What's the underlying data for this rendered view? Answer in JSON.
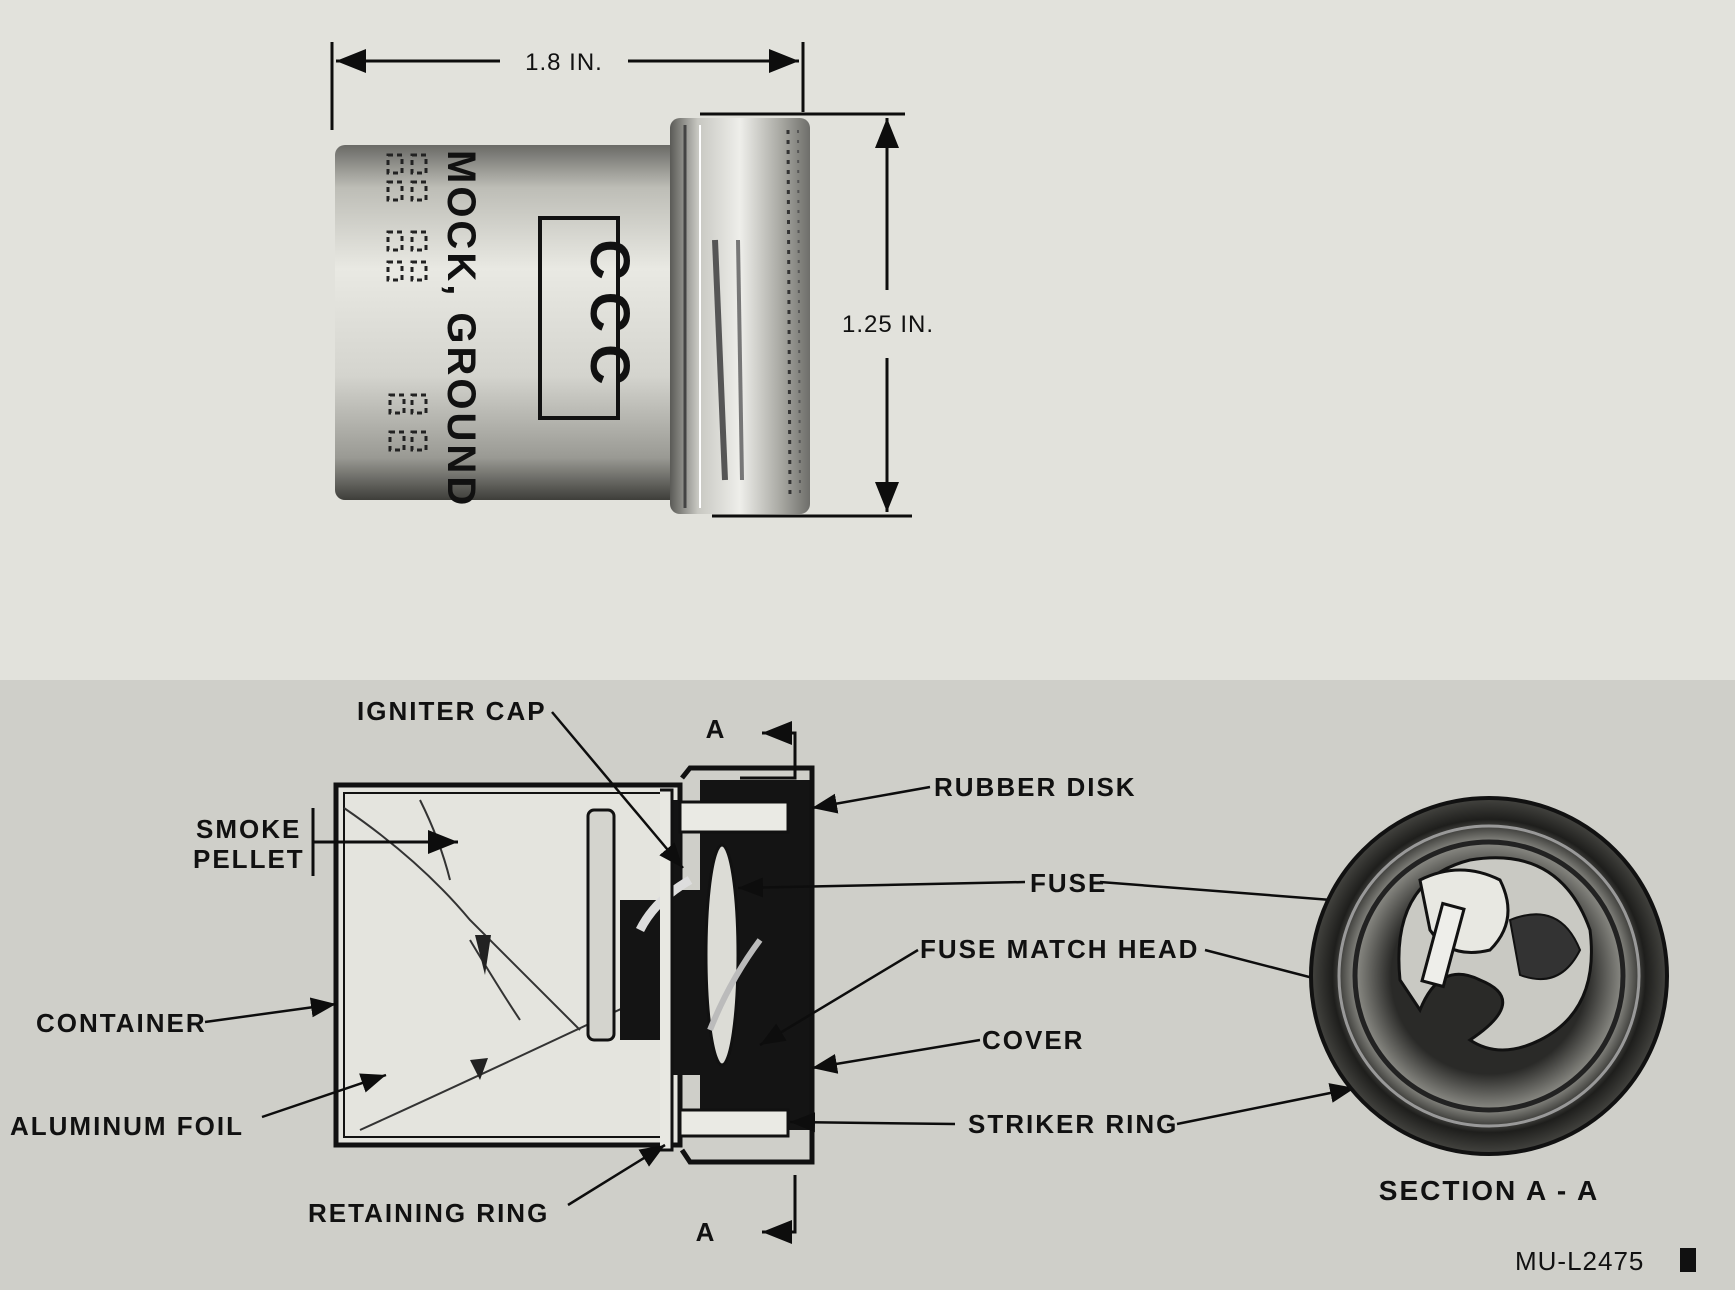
{
  "photo": {
    "width_label": "1.8 IN.",
    "height_label": "1.25 IN.",
    "stencil_box": "CCC",
    "stencil_side": "MOCK, GROUND"
  },
  "cutaway": {
    "labels": {
      "igniter_cap": "IGNITER CAP",
      "smoke_pellet_1": "SMOKE",
      "smoke_pellet_2": "PELLET",
      "container": "CONTAINER",
      "aluminum_foil": "ALUMINUM FOIL",
      "retaining_ring": "RETAINING RING",
      "rubber_disk": "RUBBER DISK",
      "fuse": "FUSE",
      "fuse_match_head": "FUSE MATCH HEAD",
      "cover": "COVER",
      "striker_ring": "STRIKER RING"
    },
    "section_marker": "A",
    "section_title": "SECTION A - A"
  },
  "figure_code": "MU-L2475"
}
